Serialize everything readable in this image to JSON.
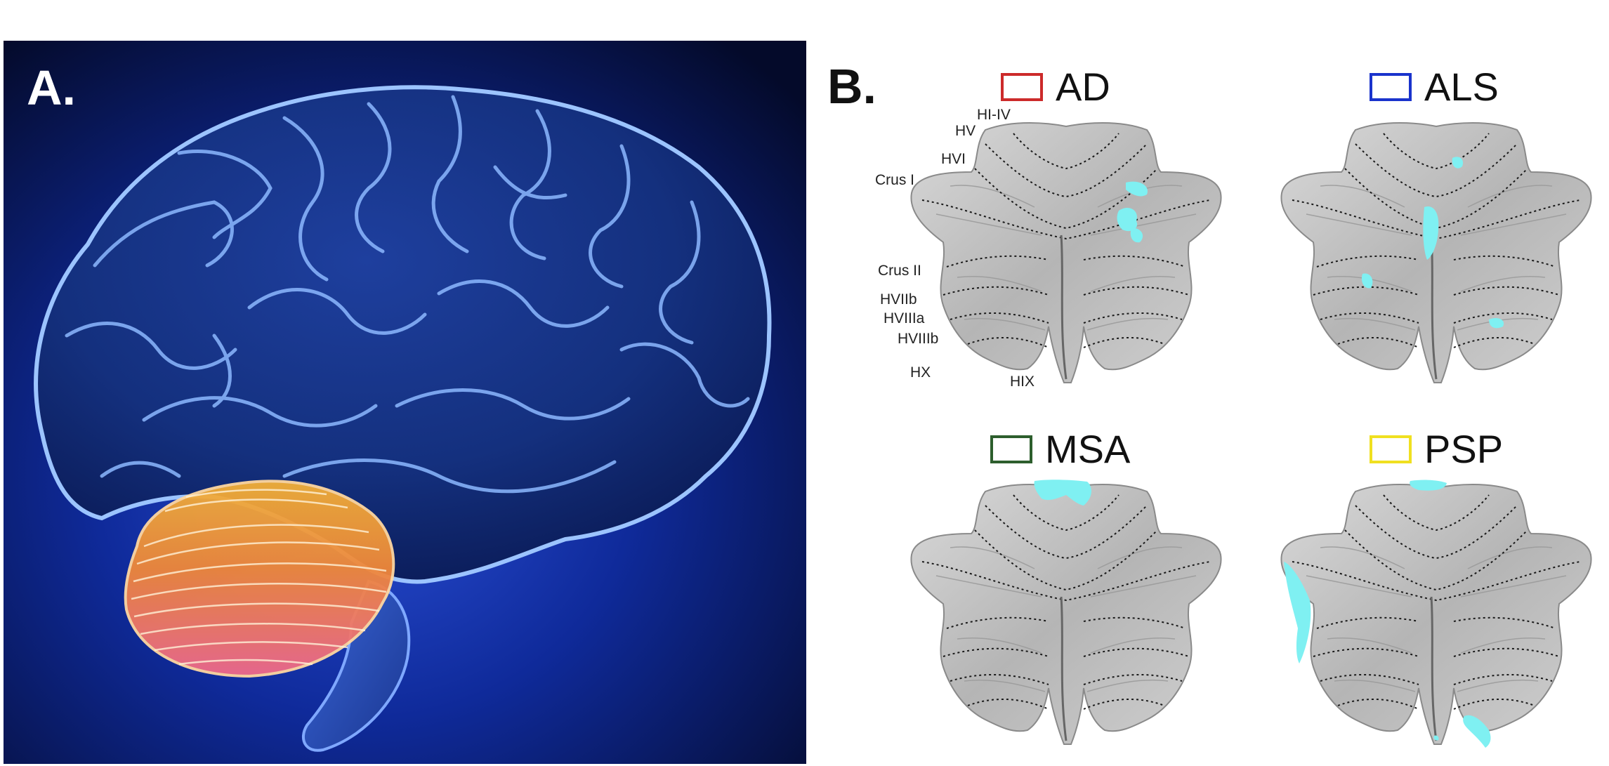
{
  "panel_a": {
    "letter": "A.",
    "colors": {
      "background_dark": "#050b2e",
      "background_glow": "#1d3fbf",
      "brain": "#2a56c8",
      "cerebellum_top": "#f0a830",
      "cerebellum_bottom": "#e85a6a"
    }
  },
  "panel_b": {
    "letter": "B.",
    "region_labels": [
      "HI-IV",
      "HV",
      "HVI",
      "Crus I",
      "Crus II",
      "HVIIb",
      "HVIIIa",
      "HVIIIb",
      "HX",
      "HIX"
    ],
    "legend": [
      {
        "label": "AD",
        "color": "#cc2a2a"
      },
      {
        "label": "ALS",
        "color": "#1a33cc"
      },
      {
        "label": "MSA",
        "color": "#2d5e2d"
      },
      {
        "label": "PSP",
        "color": "#f0e020"
      }
    ],
    "highlight_color": "#7ff0f2"
  }
}
